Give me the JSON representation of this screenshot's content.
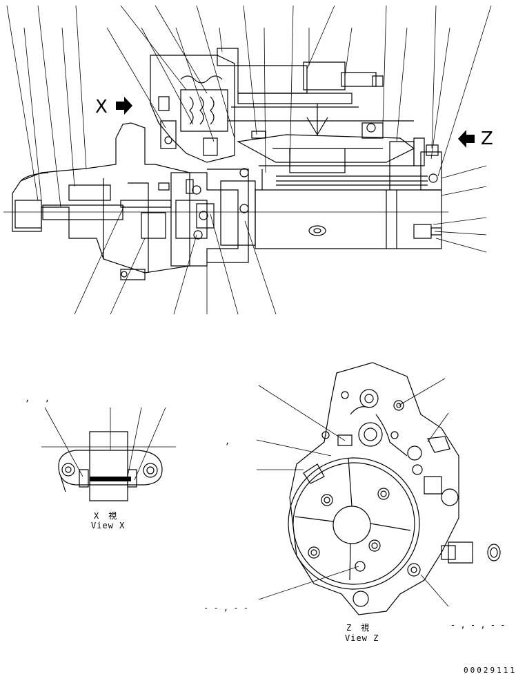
{
  "view_x_marker": "X",
  "view_z_marker": "Z",
  "view_x_caption": {
    "kanji": "X　視",
    "english": "View X"
  },
  "view_z_caption": {
    "kanji": "Z　視",
    "english": "View Z"
  },
  "punctuation_left": ",   ,",
  "punctuation_mid": ",",
  "punctuation_bottom_left": "- - , - -",
  "punctuation_bottom_right": "- , - , - -",
  "drawing_code": "00029111",
  "icons": [
    "arrow-right-icon",
    "arrow-left-icon"
  ]
}
